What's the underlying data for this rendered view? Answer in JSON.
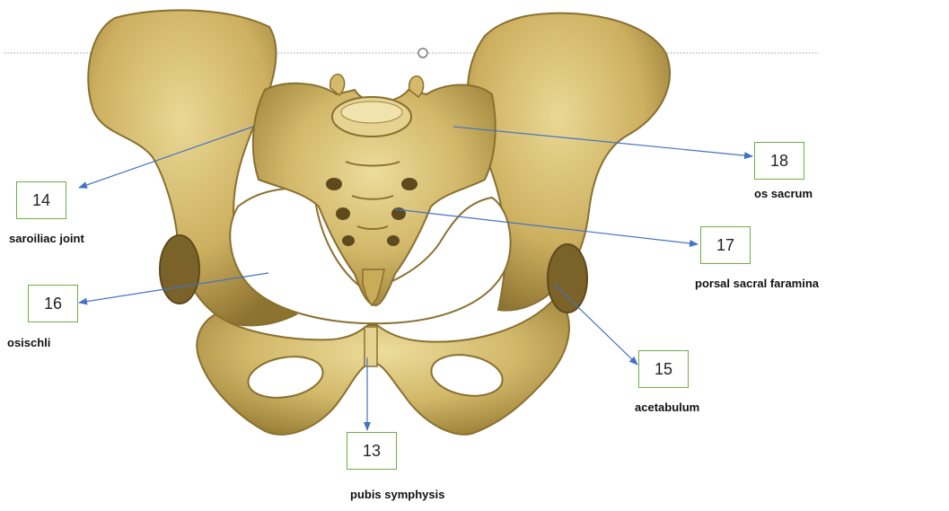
{
  "labels": [
    {
      "number": "14",
      "text": "saroiliac joint"
    },
    {
      "number": "18",
      "text": "os sacrum"
    },
    {
      "number": "17",
      "text": "porsal sacral faramina"
    },
    {
      "number": "16",
      "text": "osischli"
    },
    {
      "number": "15",
      "text": "acetabulum"
    },
    {
      "number": "13",
      "text": "pubis symphysis"
    }
  ],
  "colors": {
    "box_border": "#70ad47",
    "arrow": "#4472c4",
    "bone_light": "#e4d08c",
    "bone_mid": "#c9ab5a",
    "bone_dark": "#8f7633"
  },
  "image": "pelvis-anatomy-illustration"
}
